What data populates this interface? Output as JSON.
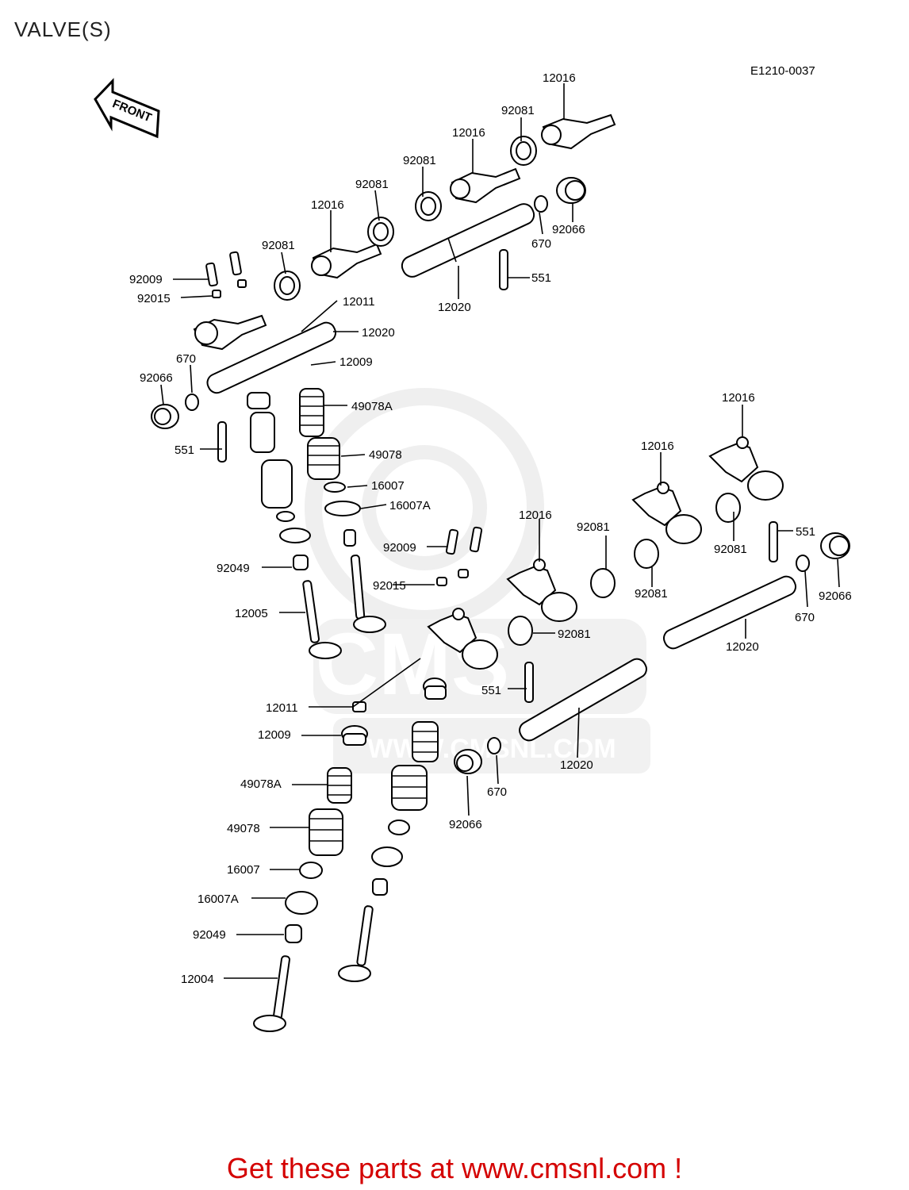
{
  "page": {
    "title": "VALVE(S)",
    "diagram_code": "E1210-0037",
    "front_arrow_label": "FRONT",
    "watermark_text": "CMS",
    "watermark_url": "WWW.CMSNL.COM",
    "footer_text": "Get these parts at www.cmsnl.com !"
  },
  "labels": [
    "12016",
    "92081",
    "12016",
    "92081",
    "92081",
    "670",
    "92066",
    "12016",
    "92081",
    "551",
    "12020",
    "92009",
    "92015",
    "12011",
    "12020",
    "670",
    "12009",
    "92066",
    "49078A",
    "551",
    "49078",
    "16007",
    "16007A",
    "12016",
    "12016",
    "12016",
    "92081",
    "551",
    "92009",
    "92081",
    "92049",
    "92015",
    "92066",
    "92081",
    "670",
    "12005",
    "92081",
    "12020",
    "551",
    "12011",
    "12009",
    "12020",
    "670",
    "49078A",
    "92066",
    "49078",
    "16007",
    "16007A",
    "92049",
    "12004"
  ],
  "colors": {
    "line": "#000000",
    "footer": "#d40000",
    "watermark": "#d9d9d9"
  }
}
